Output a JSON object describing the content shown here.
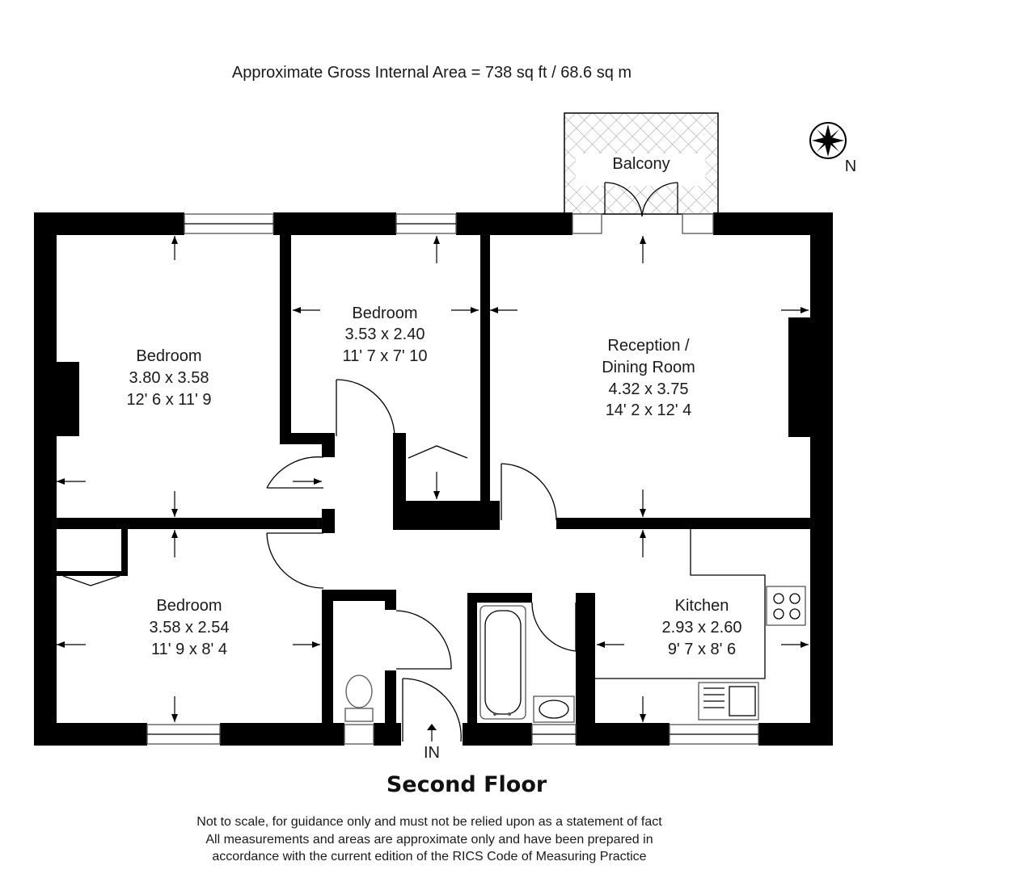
{
  "header": {
    "area_text": "Approximate Gross Internal Area = 738 sq ft / 68.6 sq m"
  },
  "compass": {
    "north_label": "N",
    "icon": "compass-rose-icon"
  },
  "rooms": {
    "balcony": {
      "name": "Balcony"
    },
    "bedroom_1": {
      "name": "Bedroom",
      "metric": "3.80 x 3.58",
      "imperial": "12' 6 x 11' 9"
    },
    "bedroom_2": {
      "name": "Bedroom",
      "metric": "3.53 x 2.40",
      "imperial": "11' 7 x 7' 10"
    },
    "reception": {
      "name_line1": "Reception /",
      "name_line2": "Dining Room",
      "metric": "4.32 x 3.75",
      "imperial": "14' 2 x 12' 4"
    },
    "bedroom_3": {
      "name": "Bedroom",
      "metric": "3.58 x 2.54",
      "imperial": "11' 9 x 8' 4"
    },
    "kitchen": {
      "name": "Kitchen",
      "metric": "2.93 x 2.60",
      "imperial": "9' 7 x 8' 6"
    }
  },
  "entrance": {
    "label": "IN"
  },
  "floor_label": "Second Floor",
  "disclaimer": {
    "line1": "Not to scale, for guidance only and must not be relied upon as a statement of fact",
    "line2": "All measurements and areas are approximate only and have been prepared in",
    "line3": "accordance with the current edition of the RICS Code of Measuring Practice"
  },
  "colors": {
    "wall": "#000000",
    "background": "#ffffff",
    "fixture": "#555555"
  }
}
